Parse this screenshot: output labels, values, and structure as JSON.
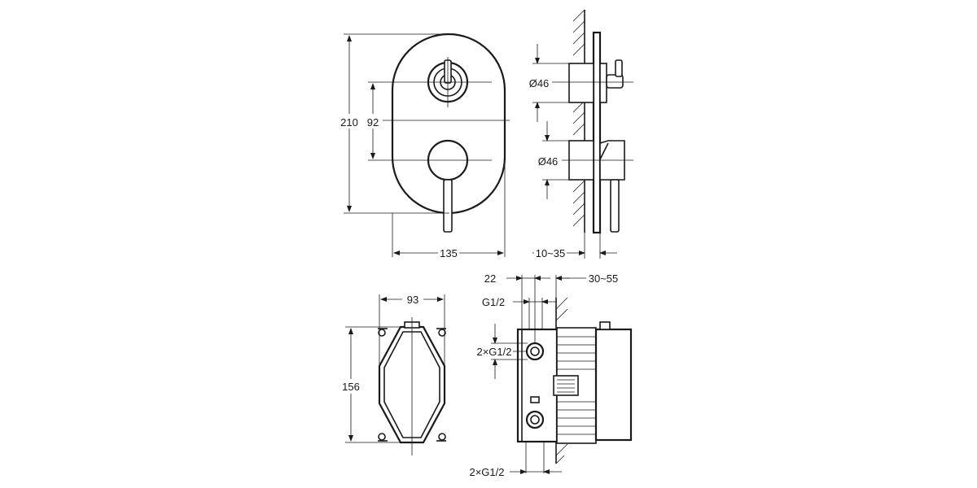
{
  "dimensions": {
    "front_height": "210",
    "front_center_distance": "92",
    "front_width": "135",
    "side_upper_diameter": "Ø46",
    "side_lower_diameter": "Ø46",
    "side_plate_depth": "10~35",
    "box_width": "93",
    "box_height": "156",
    "box_depth_outlet": "22",
    "box_depth_range": "30~55",
    "box_top_connection": "G1/2",
    "box_side_connections": "2×G1/2",
    "box_bottom_connections": "2×G1/2"
  },
  "colors": {
    "line": "#1a1a1a",
    "background": "#ffffff"
  }
}
